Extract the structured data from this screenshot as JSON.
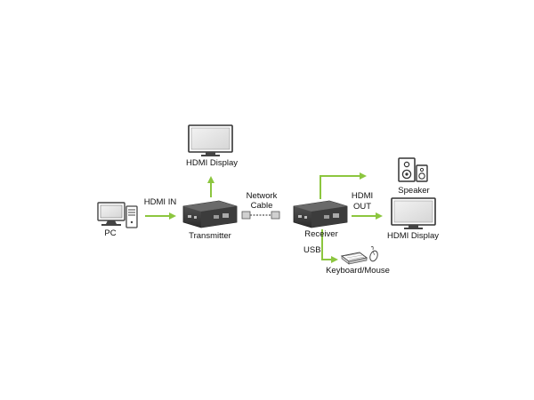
{
  "diagram": {
    "labels": {
      "pc": "PC",
      "hdmi_in": "HDMI IN",
      "transmitter": "Transmitter",
      "network_cable_line1": "Network",
      "network_cable_line2": "Cable",
      "hdmi_display_top": "HDMI Display",
      "receiver": "Receiver",
      "usb": "USB",
      "hdmi_out_line1": "HDMI",
      "hdmi_out_line2": "OUT",
      "speaker": "Speaker",
      "hdmi_display_right": "HDMI Display",
      "keyboard_mouse": "Keyboard/Mouse"
    },
    "colors": {
      "arrow": "#8cc63f",
      "device_dark": "#3a3a3a",
      "device_light": "#d9d9d9",
      "outline": "#555555",
      "screen": "#e6e6e6"
    },
    "icons": [
      "pc-icon",
      "monitor-icon",
      "transmitter-icon",
      "receiver-icon",
      "network-cable-icon",
      "speaker-icon",
      "keyboard-icon",
      "mouse-icon"
    ]
  }
}
